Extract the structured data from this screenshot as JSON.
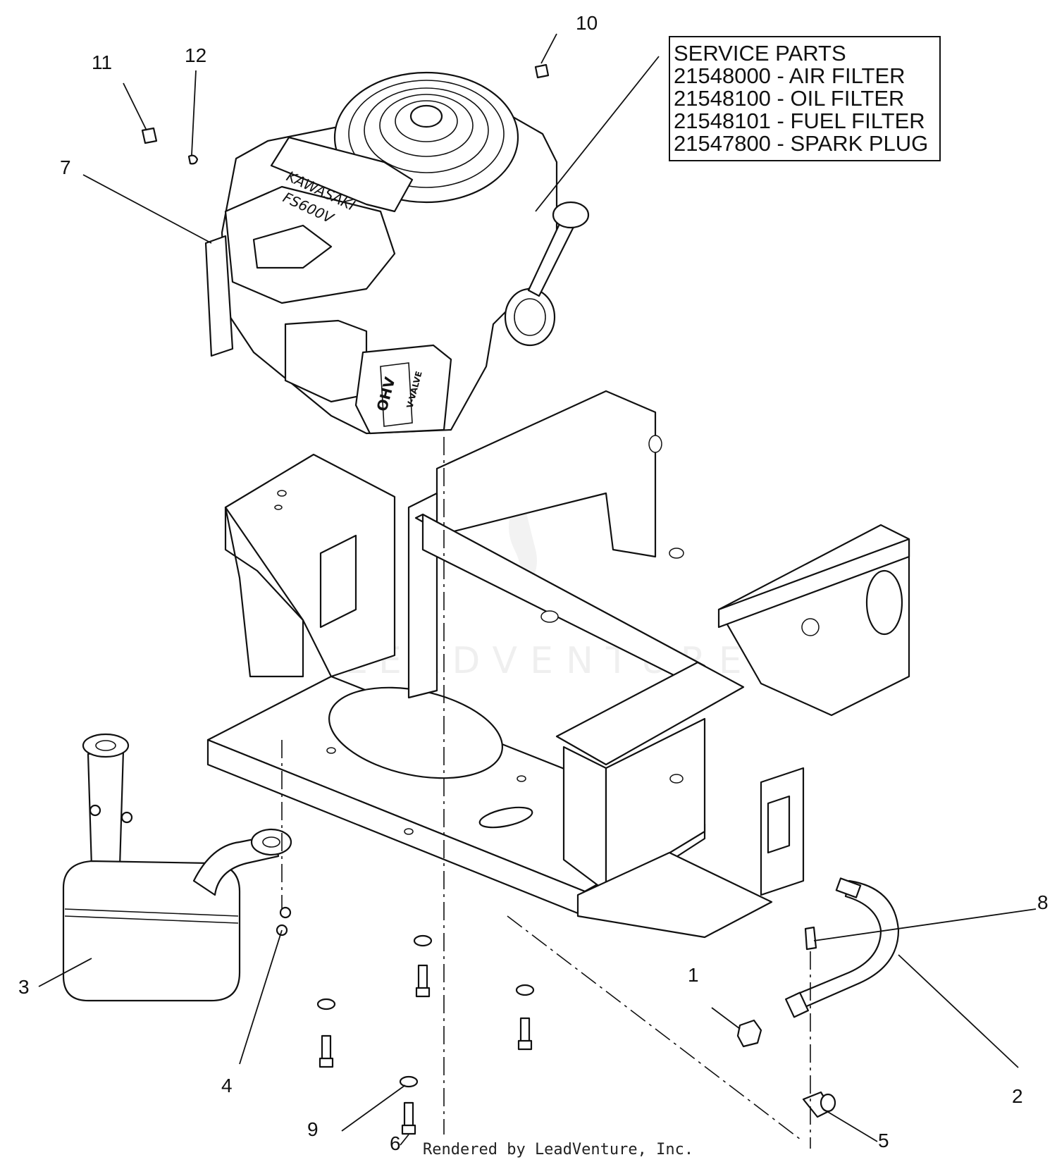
{
  "diagram": {
    "service_parts": {
      "title": "SERVICE PARTS",
      "items": [
        "21548000 - AIR FILTER",
        "21548100 - OIL FILTER",
        "21548101 - FUEL FILTER",
        "21547800 - SPARK PLUG"
      ]
    },
    "engine_label": {
      "brand": "KAWASAKI",
      "model": "FS600V",
      "shroud": "OHV",
      "valve": "V-VALVE"
    },
    "callouts": [
      "1",
      "2",
      "3",
      "4",
      "5",
      "6",
      "7",
      "8",
      "9",
      "10",
      "11",
      "12"
    ],
    "watermark": "LEADVENTURE",
    "footer": "Rendered by LeadVenture, Inc."
  }
}
